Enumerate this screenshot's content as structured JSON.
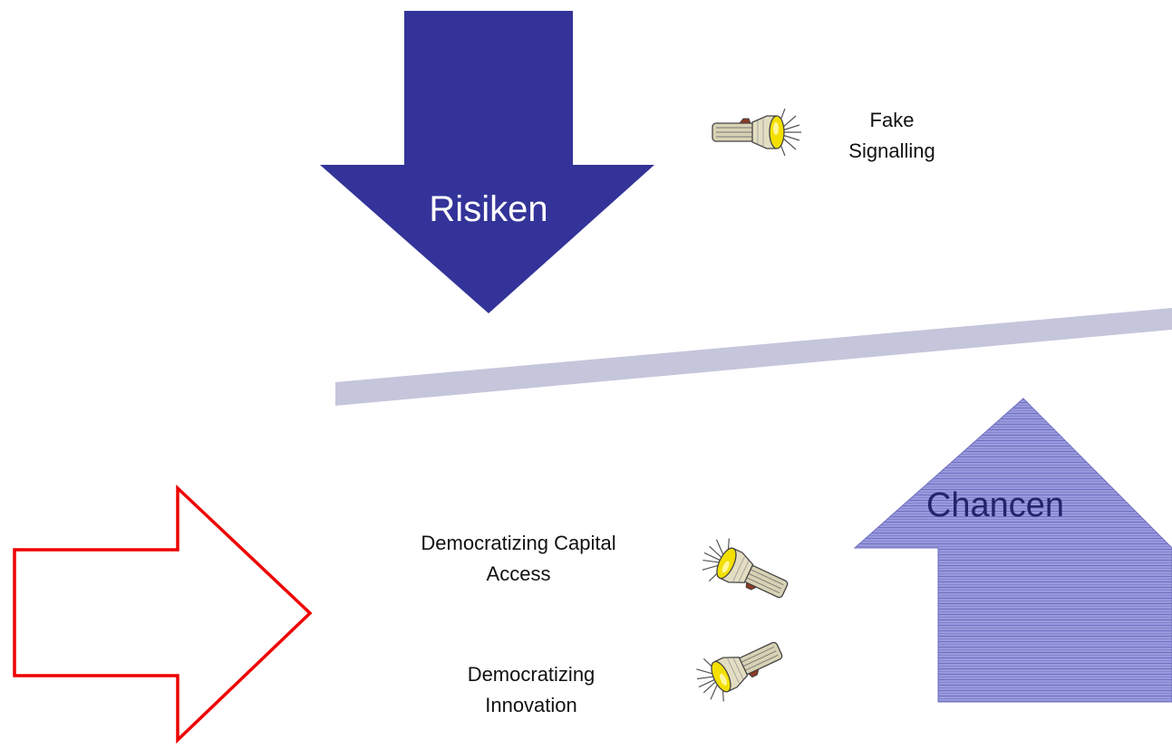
{
  "risiken": {
    "label": "Risiken",
    "color": "#333399"
  },
  "chancen": {
    "label": "Chancen",
    "fill_color": "#9999dd",
    "stripe_color": "#6666b8",
    "text_color": "#24246b"
  },
  "divider": {
    "color": "#c5c5dc"
  },
  "input_arrow": {
    "stroke_color": "#ee0000"
  },
  "flashlight_labels": {
    "fake_signalling": {
      "line1": "Fake",
      "line2": "Signalling"
    },
    "democratizing_capital_access": {
      "line1": "Democratizing Capital",
      "line2": "Access"
    },
    "democratizing_innovation": {
      "line1": "Democratizing",
      "line2": "Innovation"
    }
  },
  "icons": {
    "flashlight": "flashlight-icon"
  }
}
